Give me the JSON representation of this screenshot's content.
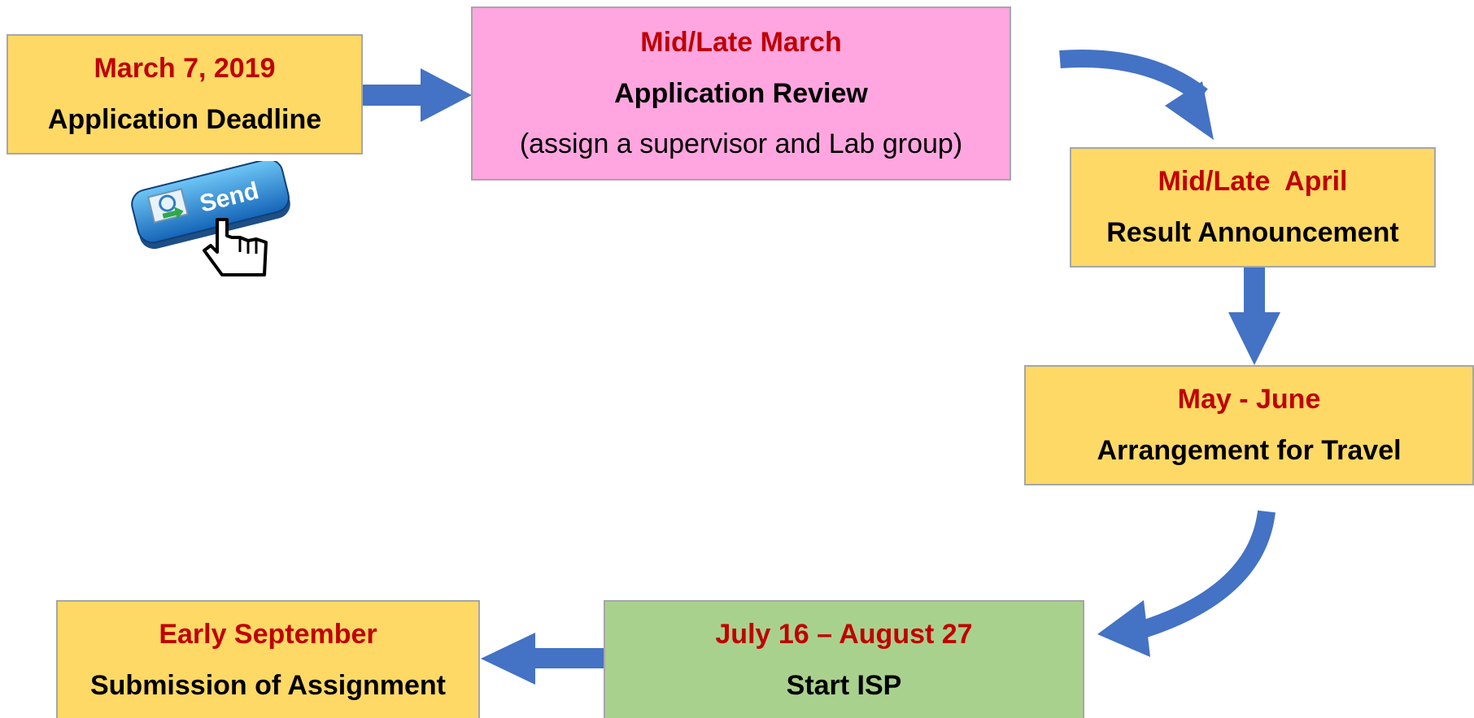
{
  "steps": [
    {
      "date": "March 7, 2019",
      "title": "Application Deadline"
    },
    {
      "date": "Mid/Late March",
      "title": "Application Review",
      "note": "(assign a supervisor and Lab group)"
    },
    {
      "date": "Mid/Late  April",
      "title": "Result Announcement"
    },
    {
      "date": "May - June",
      "title": "Arrangement for Travel"
    },
    {
      "date": "July 16 – August 27",
      "title": "Start ISP"
    },
    {
      "date": "Early September",
      "title": "Submission of Assignment"
    }
  ],
  "send_button": {
    "label": "Send"
  },
  "colors": {
    "box_yellow": "#ffd966",
    "box_pink": "#ffa6e0",
    "box_green": "#a9d18e",
    "date_text": "#c00000",
    "arrow": "#4472c4"
  }
}
